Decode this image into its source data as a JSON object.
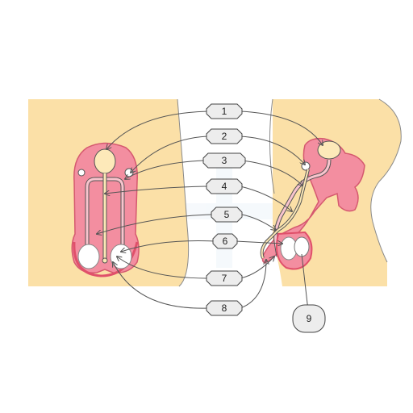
{
  "labels": [
    "1",
    "2",
    "3",
    "4",
    "5",
    "6",
    "7",
    "8"
  ],
  "external_label": "9",
  "colors": {
    "skin": "#fbe0a7",
    "organ": "#f38ea0",
    "organ_dark": "#e06a80",
    "organ_light": "#fde3e7",
    "tube": "#f8c4cd",
    "stroke": "#4a4a4a",
    "label_fill": "#ededed",
    "line": "#555555"
  }
}
